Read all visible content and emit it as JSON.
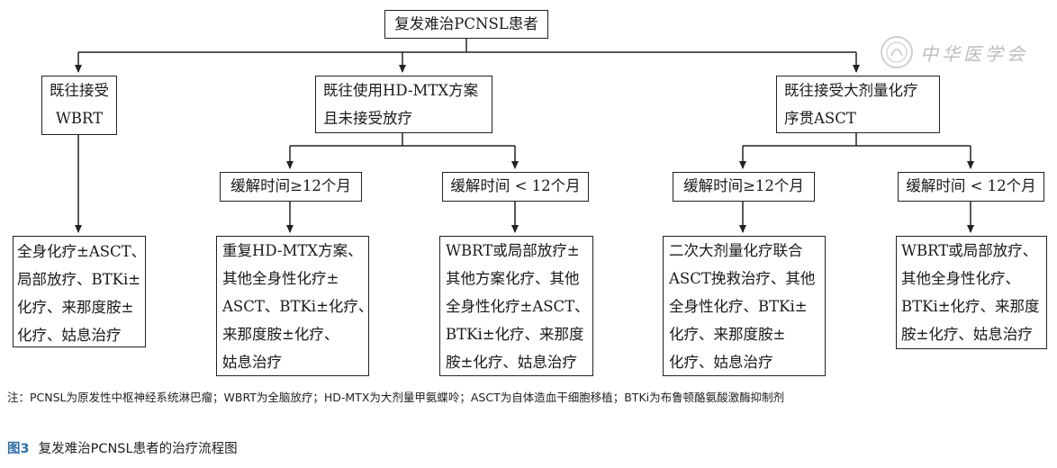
{
  "root": "复发难治PCNSL患者",
  "branches": {
    "wbrt": {
      "lines": [
        "既往接受",
        "WBRT"
      ]
    },
    "hdmtx": {
      "lines": [
        "既往使用HD-MTX方案",
        "且未接受放疗"
      ]
    },
    "asct": {
      "lines": [
        "既往接受大剂量化疗",
        "序贯ASCT"
      ]
    }
  },
  "remission": {
    "hdmtx_ge12": "缓解时间≥12个月",
    "hdmtx_lt12": "缓解时间 < 12个月",
    "asct_ge12": "缓解时间≥12个月",
    "asct_lt12": "缓解时间 < 12个月"
  },
  "treatments": {
    "wbrt": [
      "全身化疗±ASCT、",
      "局部放疗、BTKi±",
      "化疗、来那度胺±",
      "化疗、姑息治疗"
    ],
    "hdmtx_ge12": [
      "重复HD-MTX方案、",
      "其他全身性化疗±",
      "ASCT、BTKi±化疗、",
      "来那度胺±化疗、",
      "姑息治疗"
    ],
    "hdmtx_lt12": [
      "WBRT或局部放疗±",
      "其他方案化疗、其他",
      "全身性化疗±ASCT、",
      "BTKi±化疗、来那度",
      "胺±化疗、姑息治疗"
    ],
    "asct_ge12": [
      "二次大剂量化疗联合",
      "ASCT挽救治疗、其他",
      "全身性化疗、BTKi±",
      "化疗、来那度胺±",
      "化疗、姑息治疗"
    ],
    "asct_lt12": [
      "WBRT或局部放疗、",
      "其他全身性化疗、",
      "BTKi±化疗、来那度",
      "胺±化疗、姑息治疗"
    ]
  },
  "note": "注：PCNSL为原发性中枢神经系统淋巴瘤；WBRT为全脑放疗；HD-MTX为大剂量甲氨蝶呤；ASCT为自体造血干细胞移植；BTKi为布鲁顿酪氨酸激酶抑制剂",
  "caption": {
    "number": "图3",
    "title": "复发难治PCNSL患者的治疗流程图"
  },
  "watermark": {
    "text": "中华医学会"
  }
}
